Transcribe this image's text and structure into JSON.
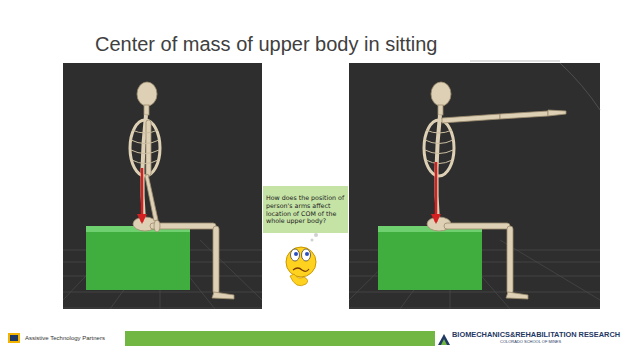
{
  "diagram": {
    "title": "Center of mass of upper body in sitting",
    "nodes": [
      {
        "text": [
          "How does the position of person's arms affect location of COM of the whole upper body?"
        ]
      }
    ],
    "edges": [],
    "labels": [
      "Assistive Technology Partners",
      "BIOMECHANICS&REHABILITATION RESEARCH",
      "COLORADO SCHOOL OF MINES"
    ]
  }
}
